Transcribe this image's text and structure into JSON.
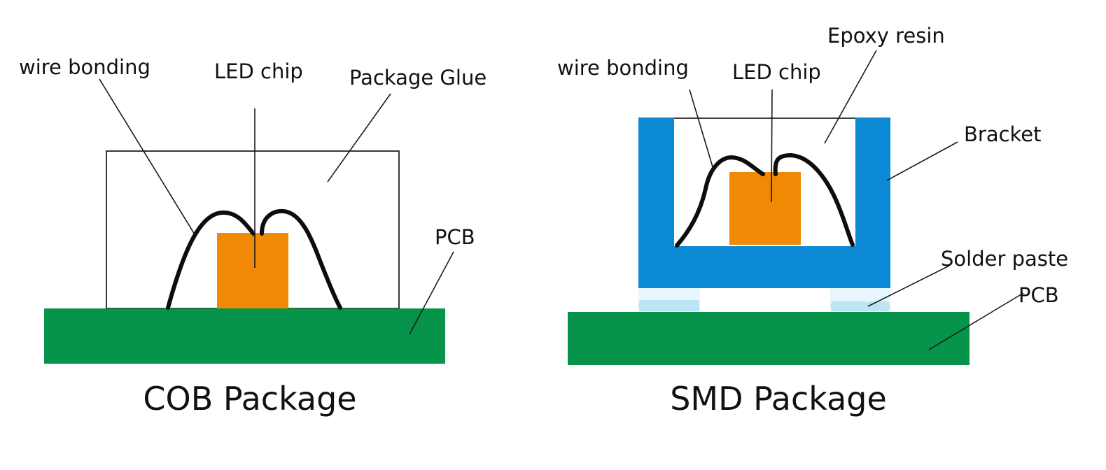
{
  "colors": {
    "pcb": "#06934a",
    "chip": "#f08a06",
    "bracket": "#0c89d4",
    "solder_paste": "#bde4f4",
    "wire": "#0d0d0d",
    "background": "#ffffff"
  },
  "cob": {
    "title": "COB Package",
    "labels": {
      "wire_bonding": "wire bonding",
      "led_chip": "LED chip",
      "package_glue": "Package Glue",
      "pcb": "PCB"
    }
  },
  "smd": {
    "title": "SMD Package",
    "labels": {
      "epoxy_resin": "Epoxy resin",
      "wire_bonding": "wire bonding",
      "led_chip": "LED chip",
      "bracket": "Bracket",
      "solder_paste": "Solder paste",
      "pcb": "PCB"
    }
  }
}
